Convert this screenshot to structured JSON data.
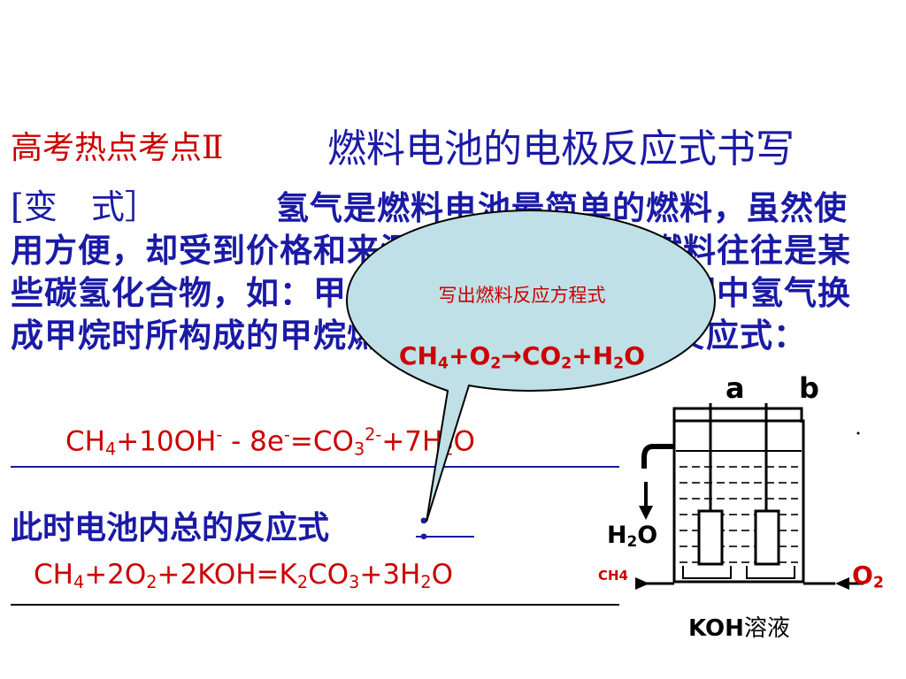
{
  "heading": {
    "label": "高考热点考点Ⅱ",
    "topic": "燃料电池的电极反应式书写"
  },
  "problem": {
    "variant_tag": "[变　式］",
    "text": "氢气是燃料电池最简单的燃料，虽然使用方便，却受到价格和来源的限制。常用的燃料往往是某些碳氢化合物，如：甲烷、汽油等。请写出将图中氢气换成甲烷时所构成的甲烷燃料电池中a极的电极反应式："
  },
  "equation_1": {
    "p1": "CH",
    "s1": "4",
    "p2": "+10OH",
    "sup1": "-",
    "p3": " - 8e",
    "sup2": "-",
    "p4": "=CO",
    "s2": "3",
    "sup3": "2-",
    "p5": "+7H",
    "s3": "2",
    "p6": "O"
  },
  "total_reaction": {
    "label": "此时电池内总的反应式",
    "colon": "："
  },
  "equation_2": {
    "p1": "CH",
    "s1": "4",
    "p2": "+2O",
    "s2": "2",
    "p3": "+2KOH=K",
    "s3": "2",
    "p4": "CO",
    "s4": "3",
    "p5": "+3H",
    "s5": "2",
    "p6": "O"
  },
  "bubble": {
    "title": "写出燃料反应方程式",
    "eq": {
      "p1": "CH",
      "s1": "4",
      "p2": "+O",
      "s2": "2",
      "p3": "→CO",
      "s3": "2",
      "p4": "+H",
      "s4": "2",
      "p5": "O"
    }
  },
  "diagram": {
    "label_a": "a",
    "label_b": "b",
    "h2o": {
      "p1": "H",
      "s1": "2",
      "p2": "O"
    },
    "ch4": "CH4",
    "o2": {
      "p1": "O",
      "s1": "2"
    },
    "electrolyte": {
      "p1": "KOH",
      "p2": "溶液"
    }
  },
  "colors": {
    "red": "#cc0000",
    "blue": "#1a1aa6",
    "bubble_fill": "#bfe0e6"
  }
}
